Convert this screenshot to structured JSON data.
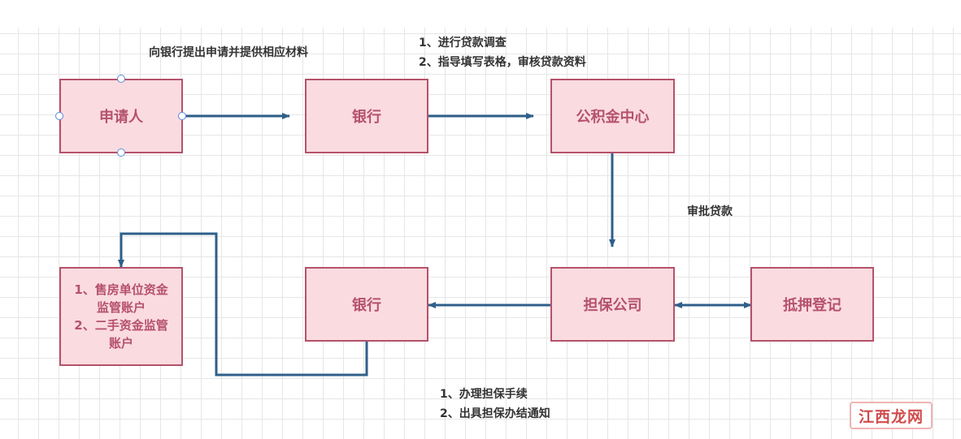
{
  "nodes": {
    "applicant": "申请人",
    "bank_top": "银行",
    "fund_center": "公积金中心",
    "guarantee": "担保公司",
    "mortgage": "抵押登记",
    "bank_bottom": "银行",
    "accounts": [
      "1、售房单位资金",
      "监管账户",
      "2、二手资金监管",
      "账户"
    ]
  },
  "labels": {
    "apply": "向银行提出申请并提供相应材料",
    "bank_steps": [
      "1、进行贷款调查",
      "2、指导填写表格，审核贷款资料"
    ],
    "approve": "审批贷款",
    "guarantee_steps": [
      "1、办理担保手续",
      "2、出具担保办结通知"
    ]
  },
  "watermark": "江西龙网",
  "colors": {
    "node_fill": "#fadbe0",
    "node_border": "#b5526b",
    "node_text": "#b5526b",
    "edge": "#2f5f8a"
  }
}
